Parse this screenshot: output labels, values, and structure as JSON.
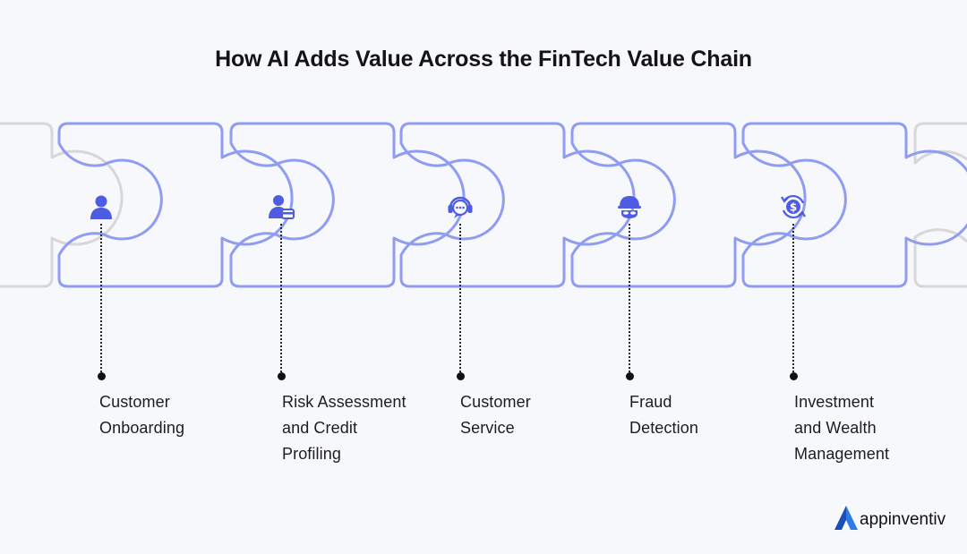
{
  "title": "How AI Adds Value Across the FinTech Value Chain",
  "accent_color": "#8f9cf2",
  "icon_color": "#4d5ce2",
  "faded_color": "#d7d7d7",
  "steps": [
    {
      "label": "Customer\nOnboarding",
      "icon": "user-icon"
    },
    {
      "label": "Risk Assessment\nand Credit\nProfiling",
      "icon": "user-card-icon"
    },
    {
      "label": "Customer\nService",
      "icon": "support-chat-icon"
    },
    {
      "label": "Fraud\nDetection",
      "icon": "masked-thief-icon"
    },
    {
      "label": "Investment\nand Wealth\nManagement",
      "icon": "dollar-cycle-icon"
    }
  ],
  "brand": {
    "name": "appinventiv",
    "logo": "appinventiv-logo-icon"
  }
}
